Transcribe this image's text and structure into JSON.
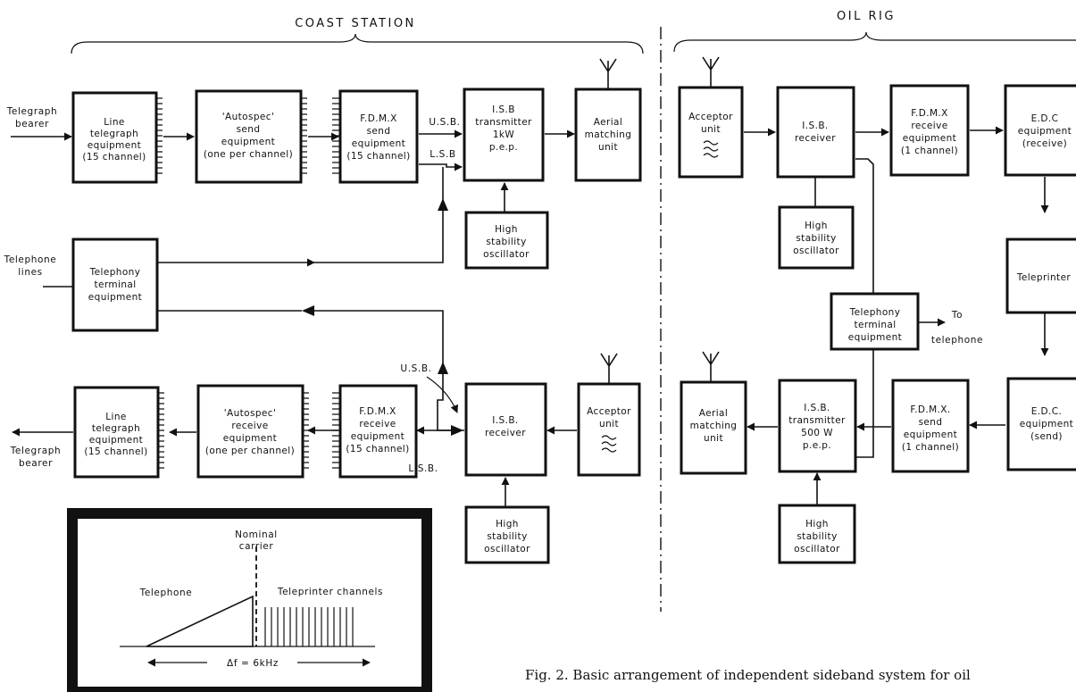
{
  "headings": {
    "coast": "COAST STATION",
    "rig": "OIL RIG"
  },
  "coast": {
    "telegraph_in": [
      "Telegraph",
      "bearer"
    ],
    "telegraph_out": [
      "Telegraph",
      "bearer"
    ],
    "telephone_lines": [
      "Telephone",
      "lines"
    ],
    "line_tx": [
      "Line",
      "telegraph",
      "equipment",
      "(15 channel)"
    ],
    "autospec_tx": [
      "'Autospec'",
      "send",
      "equipment",
      "(one per channel)"
    ],
    "fdmx_tx": [
      "F.D.M.X",
      "send",
      "equipment",
      "(15 channel)"
    ],
    "isb_tx": [
      "I.S.B",
      "transmitter",
      "1kW",
      "p.e.p."
    ],
    "aerial_tx": [
      "Aerial",
      "matching",
      "unit"
    ],
    "osc_tx": [
      "High",
      "stability",
      "oscillator"
    ],
    "telephony": [
      "Telephony",
      "terminal",
      "equipment"
    ],
    "line_rx": [
      "Line",
      "telegraph",
      "equipment",
      "(15 channel)"
    ],
    "autospec_rx": [
      "'Autospec'",
      "receive",
      "equipment",
      "(one per channel)"
    ],
    "fdmx_rx": [
      "F.D.M.X",
      "receive",
      "equipment",
      "(15 channel)"
    ],
    "isb_rx": [
      "I.S.B.",
      "receiver"
    ],
    "acceptor_rx": [
      "Acceptor",
      "unit"
    ],
    "osc_rx": [
      "High",
      "stability",
      "oscillator"
    ],
    "usb_top": "U.S.B.",
    "lsb_top": "L.S.B",
    "usb_bottom": "U.S.B.",
    "lsb_bottom": "L.S.B."
  },
  "rig": {
    "acceptor": [
      "Acceptor",
      "unit"
    ],
    "isb_rx": [
      "I.S.B.",
      "receiver"
    ],
    "fdmx_rx": [
      "F.D.M.X",
      "receive",
      "equipment",
      "(1 channel)"
    ],
    "edc_rx": [
      "E.D.C",
      "equipment",
      "(receive)"
    ],
    "osc_top": [
      "High",
      "stability",
      "oscillator"
    ],
    "teleprinter": "Teleprinter",
    "telephony": [
      "Telephony",
      "terminal",
      "equipment"
    ],
    "to_telephone": [
      "To",
      "telephone"
    ],
    "aerial": [
      "Aerial",
      "matching",
      "unit"
    ],
    "isb_tx": [
      "I.S.B.",
      "transmitter",
      "500 W",
      "p.e.p."
    ],
    "fdmx_tx": [
      "F.D.M.X.",
      "send",
      "equipment",
      "(1 channel)"
    ],
    "edc_tx": [
      "E.D.C.",
      "equipment",
      "(send)"
    ],
    "osc_bottom": [
      "High",
      "stability",
      "oscillator"
    ]
  },
  "spectrum": {
    "nominal": [
      "Nominal",
      "carrier"
    ],
    "telephone": "Telephone",
    "teleprinter": "Teleprinter channels",
    "delta": "Δf = 6kHz"
  },
  "caption": "Fig. 2. Basic arrangement of independent sideband system for oil"
}
